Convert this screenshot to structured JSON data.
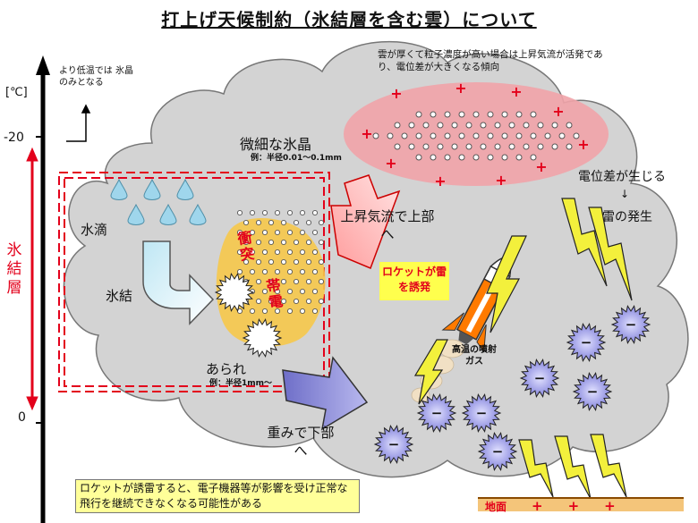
{
  "title": "打上げ天候制約（氷結層を含む雲）について",
  "axis": {
    "unit": "[℃]",
    "tick_top": "-20",
    "tick_bottom": "0",
    "low_temp_note": "より低温では 氷晶のみとなる",
    "zone_label": "氷結層"
  },
  "labels": {
    "cloud_note": "雲が厚くて粒子濃度が高い場合は上昇気流が活発であり、電位差が大きくなる傾向",
    "ice_crystal": "微細な氷晶",
    "ice_crystal_size": "例：半径0.01～0.1mm",
    "water_drop": "水滴",
    "freeze": "氷結",
    "hail": "あられ",
    "hail_size": "例：半径1mm～",
    "updraft": "上昇気流で上部へ",
    "downdraft": "重みで下部へ",
    "collision": "衝突",
    "charging": "帯電",
    "rocket_trigger": "ロケットが雷を誘発",
    "exhaust": "高温の噴射ガス",
    "potential_diff": "電位差が生じる",
    "arrow_down": "↓",
    "lightning": "雷の発生",
    "bottom_note": "ロケットが誘雷すると、電子機器等が影響を受け正常な飛行を継続できなくなる可能性がある",
    "ground": "地面",
    "plus": "+",
    "minus": "−"
  },
  "colors": {
    "cloud": "#d3d3d3",
    "zone": "#e3001b",
    "charge_ellipse": "#f1a3a8",
    "collision_blob": "#f6c84a",
    "updraft_arrow": "#ff8a8a",
    "downdraft_arrow": "#8a8ad6",
    "negative_particle": "#9a9ae6",
    "lightning": "#f3f03c"
  }
}
